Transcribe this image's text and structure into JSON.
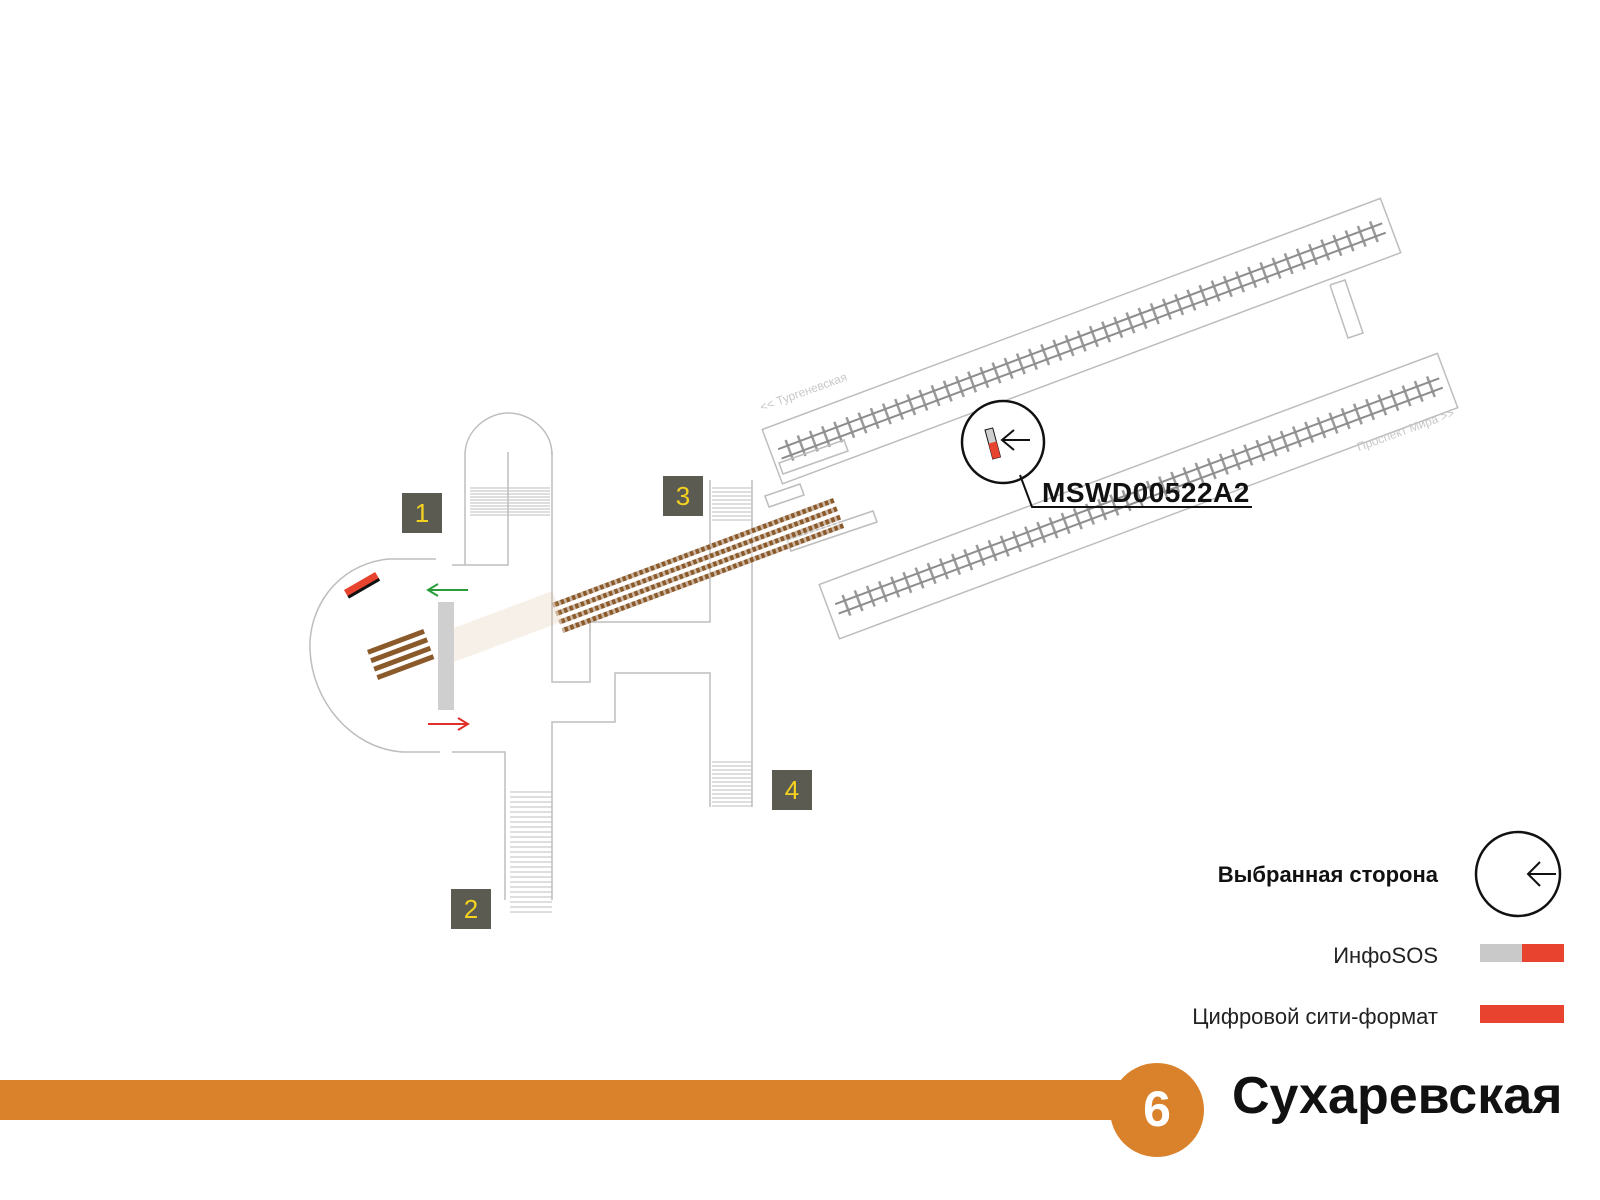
{
  "map": {
    "exits": [
      "1",
      "2",
      "3",
      "4"
    ],
    "directions": {
      "to_turgenevskaya": "<< Тургеневская",
      "to_prospekt_mira": "Проспект Мира >>"
    },
    "panel_code": "MSWD00522A2",
    "selected_side_icon": "arrow-left-icon"
  },
  "legend": {
    "selected_side": "Выбранная сторона",
    "infosos": "ИнфоSOS",
    "digital_city_format": "Цифровой сити-формат"
  },
  "line": {
    "number": "6",
    "station": "Сухаревская"
  },
  "colors": {
    "line_orange": "#d9822b",
    "highlight_red": "#e8432e",
    "infosos_grey": "#c9c9c9",
    "track_brown": "#8b5a2b",
    "badge_bg": "#5b5b52",
    "badge_text": "#f4d21f",
    "arrow_green": "#2a9d3a",
    "arrow_red": "#e0302a"
  }
}
